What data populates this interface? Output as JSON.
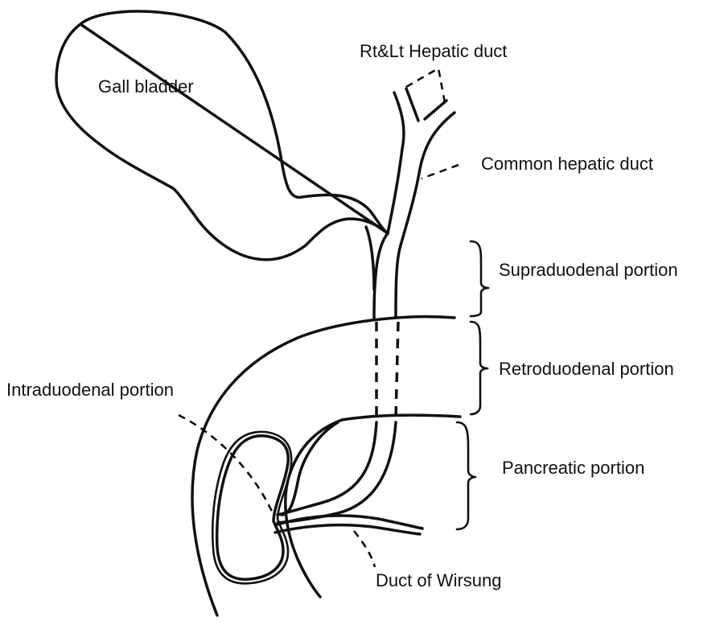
{
  "labels": {
    "gall_bladder": "Gall bladder",
    "hepatic_ducts": "Rt&Lt Hepatic duct",
    "common_hepatic": "Common hepatic duct",
    "supraduodenal": "Supraduodenal portion",
    "retroduodenal": "Retroduodenal portion",
    "pancreatic": "Pancreatic portion",
    "intraduodenal": "Intraduodenal portion",
    "wirsung": "Duct of Wirsung"
  }
}
